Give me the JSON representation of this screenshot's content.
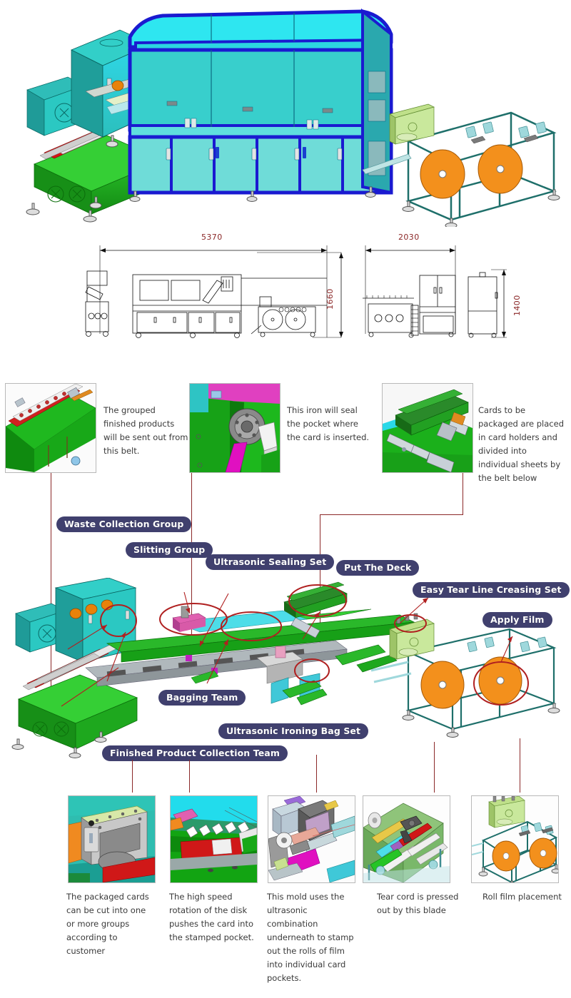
{
  "document": {
    "title": "Automatic Card Packaging Machine Layout"
  },
  "hero": {
    "name": "machine-3d-overview",
    "description": "Isometric 3D render of full card packaging production line"
  },
  "dimensions": {
    "front_view": {
      "width_label": "5370",
      "height_label": "1660"
    },
    "side_view": {
      "width_label": "2030",
      "height_label": "1400"
    }
  },
  "top_callouts": [
    {
      "id": "belt-output",
      "text": "The grouped finished products will be sent out from this belt."
    },
    {
      "id": "iron-seal",
      "text": "This iron will seal the pocket where the card is inserted."
    },
    {
      "id": "card-holders",
      "text": "Cards to be packaged are placed in card holders and divided into individual sheets by the belt below"
    }
  ],
  "labels": [
    {
      "id": "waste-collection-group",
      "text": "Waste Collection Group"
    },
    {
      "id": "slitting-group",
      "text": "Slitting Group"
    },
    {
      "id": "ultrasonic-sealing-set",
      "text": "Ultrasonic Sealing Set"
    },
    {
      "id": "put-the-deck",
      "text": "Put The Deck"
    },
    {
      "id": "easy-tear-line-creasing-set",
      "text": "Easy Tear Line Creasing Set"
    },
    {
      "id": "apply-film",
      "text": "Apply Film"
    },
    {
      "id": "bagging-team",
      "text": "Bagging Team"
    },
    {
      "id": "ultrasonic-ironing-bag-set",
      "text": "Ultrasonic Ironing Bag Set"
    },
    {
      "id": "finished-product-collection-team",
      "text": "Finished Product Collection Team"
    }
  ],
  "bottom_callouts": [
    {
      "id": "packaged-cards-cut",
      "text": "The packaged cards can be cut into one or more groups according to customer"
    },
    {
      "id": "high-speed-disk",
      "text": "The high speed rotation of the disk pushes the card into the stamped pocket."
    },
    {
      "id": "ultrasonic-mold",
      "text": "This mold uses the ultrasonic combination underneath to stamp out the rolls of film into individual card pockets."
    },
    {
      "id": "tear-cord-blade",
      "text": "Tear cord is pressed out by this blade"
    },
    {
      "id": "roll-film-placement",
      "text": "Roll film placement"
    }
  ],
  "colors": {
    "label_pill": "#40406e",
    "connector_line": "#8b2828",
    "dimension_text": "#8b2828",
    "highlight_ellipse": "#b02020",
    "machine_teal": "#26b3ab",
    "machine_cyan": "#22e0f0",
    "machine_blue_frame": "#1a1ad0",
    "machine_green": "#18a818",
    "film_roll_orange": "#f08a1e"
  }
}
